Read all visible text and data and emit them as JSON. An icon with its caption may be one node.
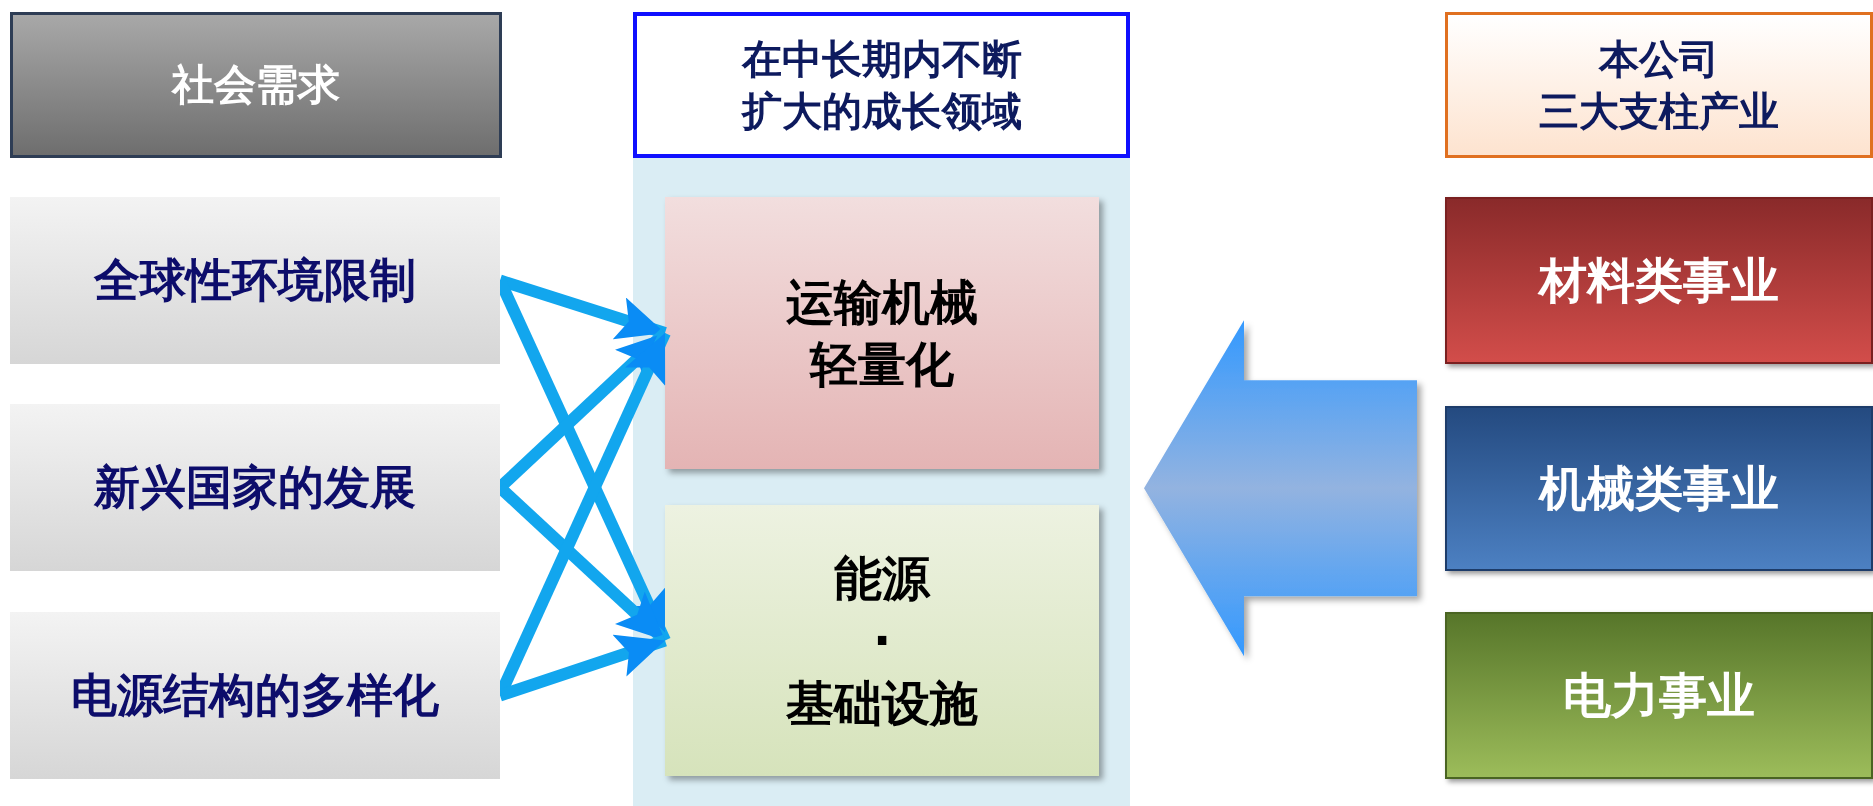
{
  "diagram": {
    "nodes": [
      {
        "text": [
          "社会需求"
        ]
      },
      {
        "text": [
          "在中长期内不断扩大的成长领域"
        ]
      },
      {
        "text": [
          "本公司",
          "三大支柱产业"
        ]
      },
      {
        "text": [
          "全球性环境限制"
        ]
      },
      {
        "text": [
          "新兴国家的发展"
        ]
      },
      {
        "text": [
          "电源结构的多样化"
        ]
      },
      {
        "text": [],
        "shape": "box"
      },
      {
        "text": [
          "运输机械轻量化"
        ],
        "in": 6
      },
      {
        "text": [
          "能源",
          "·",
          "基础设施"
        ],
        "in": 6
      },
      {
        "text": [
          "材料类事业"
        ]
      },
      {
        "text": [
          "机械类事业"
        ]
      },
      {
        "text": [
          "电力事业"
        ]
      }
    ],
    "edges": [
      {
        "from": 3,
        "to": 7,
        "arrow": "to"
      },
      {
        "from": 3,
        "to": 8,
        "arrow": "to"
      },
      {
        "from": 4,
        "to": 7,
        "arrow": "to"
      },
      {
        "from": 4,
        "to": 8,
        "arrow": "to"
      },
      {
        "from": 5,
        "to": 7,
        "arrow": "to"
      },
      {
        "from": 5,
        "to": 8,
        "arrow": "to"
      },
      {
        "from": 9,
        "to": 6,
        "arrow": "to",
        "style": "thick"
      },
      {
        "from": 10,
        "to": 6,
        "arrow": "to",
        "style": "thick"
      },
      {
        "from": 11,
        "to": 6,
        "arrow": "to",
        "style": "thick"
      }
    ]
  }
}
